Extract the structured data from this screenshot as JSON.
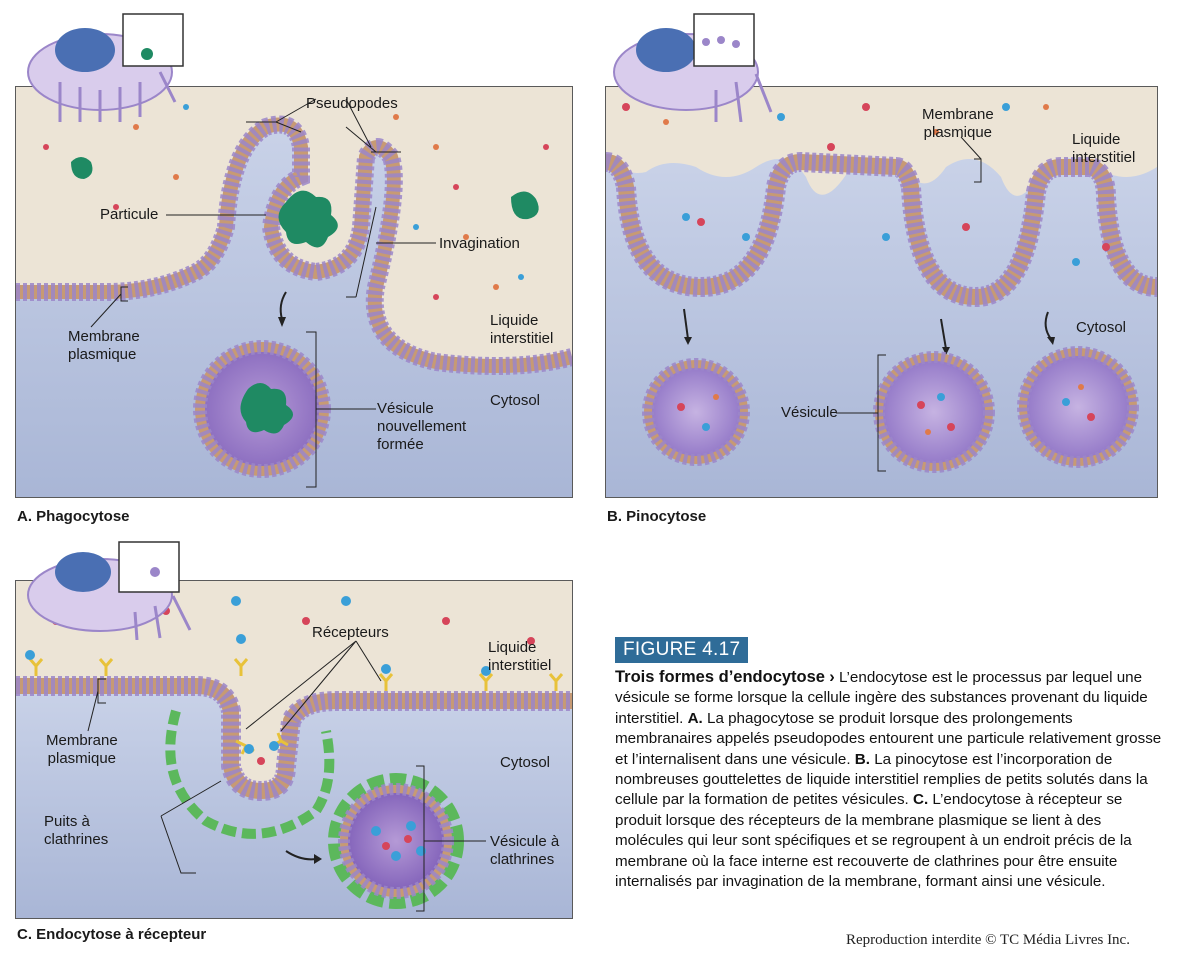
{
  "panelA": {
    "caption": "A. Phagocytose",
    "labels": {
      "pseudopodes": "Pseudopodes",
      "particule": "Particule",
      "invagination": "Invagination",
      "membrane": "Membrane\nplasmique",
      "liquide": "Liquide\ninterstitiel",
      "cytosol": "Cytosol",
      "vesicule": "Vésicule\nnouvellement\nformée"
    }
  },
  "panelB": {
    "caption": "B. Pinocytose",
    "labels": {
      "membrane": "Membrane\nplasmique",
      "liquide": "Liquide\ninterstitiel",
      "cytosol": "Cytosol",
      "vesicule": "Vésicule"
    }
  },
  "panelC": {
    "caption": "C. Endocytose à récepteur",
    "labels": {
      "recepteurs": "Récepteurs",
      "liquide": "Liquide\ninterstitiel",
      "membrane": "Membrane\nplasmique",
      "cytosol": "Cytosol",
      "puits": "Puits à\nclathrines",
      "vesicule": "Vésicule à\nclathrines"
    }
  },
  "figure": {
    "badge": "FIGURE 4.17",
    "title": "Trois formes d’endocytose",
    "arrow": "›",
    "text_intro": " L’endocytose est le processus par lequel une vésicule se forme lorsque la cellule ingère des substances provenant du liquide interstitiel. ",
    "label_a": "A.",
    "text_a": " La phagocytose se produit lorsque des prolongements membranaires appelés pseudopodes entourent une particule relativement grosse et l’internalisent dans une vésicule. ",
    "label_b": "B.",
    "text_b": " La pinocytose est l’incorporation de nombreuses gouttelettes de liquide interstitiel remplies de petits solutés dans la cellule par la formation de petites vésicules. ",
    "label_c": "C.",
    "text_c": " L’endocytose à récepteur se produit lorsque des récepteurs de la membrane plasmique se lient à des molécules qui leur sont spécifiques et se regroupent à un endroit précis de la membrane où la face interne est recouverte de clathrines pour être ensuite internalisés par invagination de la membrane, formant ainsi une vésicule."
  },
  "copyright": "Reproduction interdite © TC Média Livres Inc.",
  "colors": {
    "badge": "#2f6c98",
    "membrane_head": "#9b86c9",
    "membrane_tail": "#c79a74",
    "cytosol": "#b7c3dc",
    "interstitial": "#ebe3d6",
    "particle": "#1f8a63",
    "clathrin": "#5cb85c",
    "receptor": "#e8c23a",
    "droplet_blue": "#3a9fd8",
    "droplet_red": "#d6455a"
  }
}
